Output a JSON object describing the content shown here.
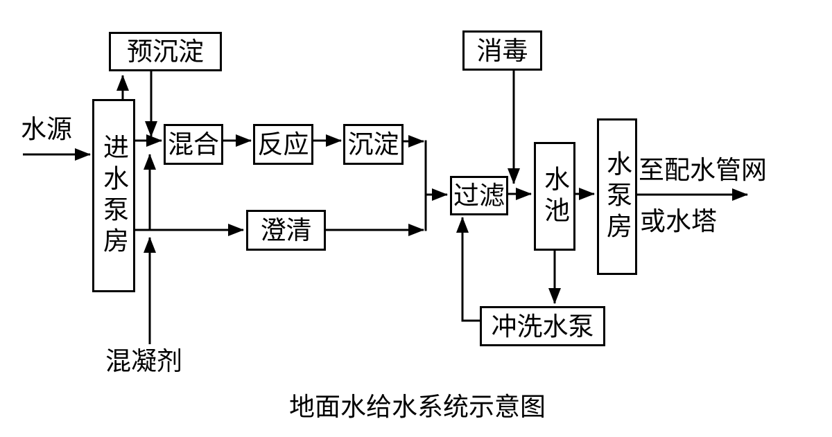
{
  "title": "地面水给水系统示意图",
  "nodes": {
    "pre_sedimentation": "预沉淀",
    "intake_pump_house": "进水泵房",
    "mixing": "混合",
    "reaction": "反应",
    "sedimentation": "沉淀",
    "clarification": "澄清",
    "filtration": "过滤",
    "disinfection": "消毒",
    "water_tank": "水池",
    "pump_house": "水泵房",
    "flush_pump": "冲洗水泵"
  },
  "labels": {
    "water_source": "水源",
    "coagulant": "混凝剂",
    "to_distribution_network": "至配水管网",
    "or_water_tower": "或水塔"
  },
  "edges": [
    {
      "from": "水源",
      "to": "进水泵房"
    },
    {
      "from": "进水泵房",
      "to": "预沉淀"
    },
    {
      "from": "预沉淀",
      "to": "混合"
    },
    {
      "from": "进水泵房",
      "to": "混合"
    },
    {
      "from": "混凝剂",
      "to": "混合"
    },
    {
      "from": "混合",
      "to": "反应"
    },
    {
      "from": "反应",
      "to": "沉淀"
    },
    {
      "from": "沉淀",
      "to": "过滤"
    },
    {
      "from": "进水泵房",
      "to": "澄清"
    },
    {
      "from": "混凝剂",
      "to": "澄清"
    },
    {
      "from": "澄清",
      "to": "过滤"
    },
    {
      "from": "消毒",
      "to": "过滤至水池管线"
    },
    {
      "from": "过滤",
      "to": "水池"
    },
    {
      "from": "水池",
      "to": "水泵房"
    },
    {
      "from": "水泵房",
      "to": "至配水管网或水塔"
    },
    {
      "from": "水池",
      "to": "冲洗水泵"
    },
    {
      "from": "冲洗水泵",
      "to": "过滤"
    }
  ],
  "colors": {
    "line": "#000000",
    "background": "#ffffff"
  }
}
